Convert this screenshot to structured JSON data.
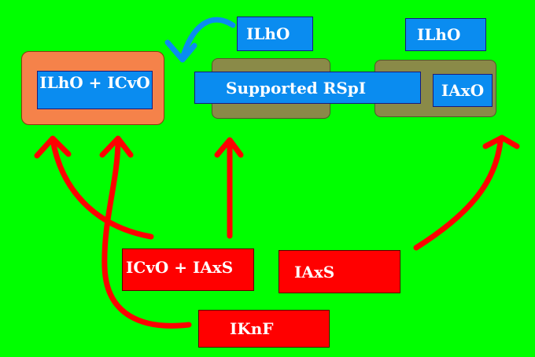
{
  "diagram": {
    "nodes": {
      "ilho_top_left": "ILhO",
      "ilho_top_right": "ILhO",
      "ilho_icvo": "ILhO + ICvO",
      "supported_rspi": "Supported RSpI",
      "iaxo": "IAxO",
      "icvo_iaxs": "ICvO + IAxS",
      "iaxs": "IAxS",
      "iknf": "IKnF"
    },
    "colors": {
      "background": "#00ff00",
      "blue_node": "#0a8cf0",
      "red_node": "#ff0000",
      "orange_container": "#f5824a",
      "olive_container": "#8a8a48",
      "red_arrow": "#ff0000",
      "blue_arrow": "#0a8cf0"
    }
  }
}
